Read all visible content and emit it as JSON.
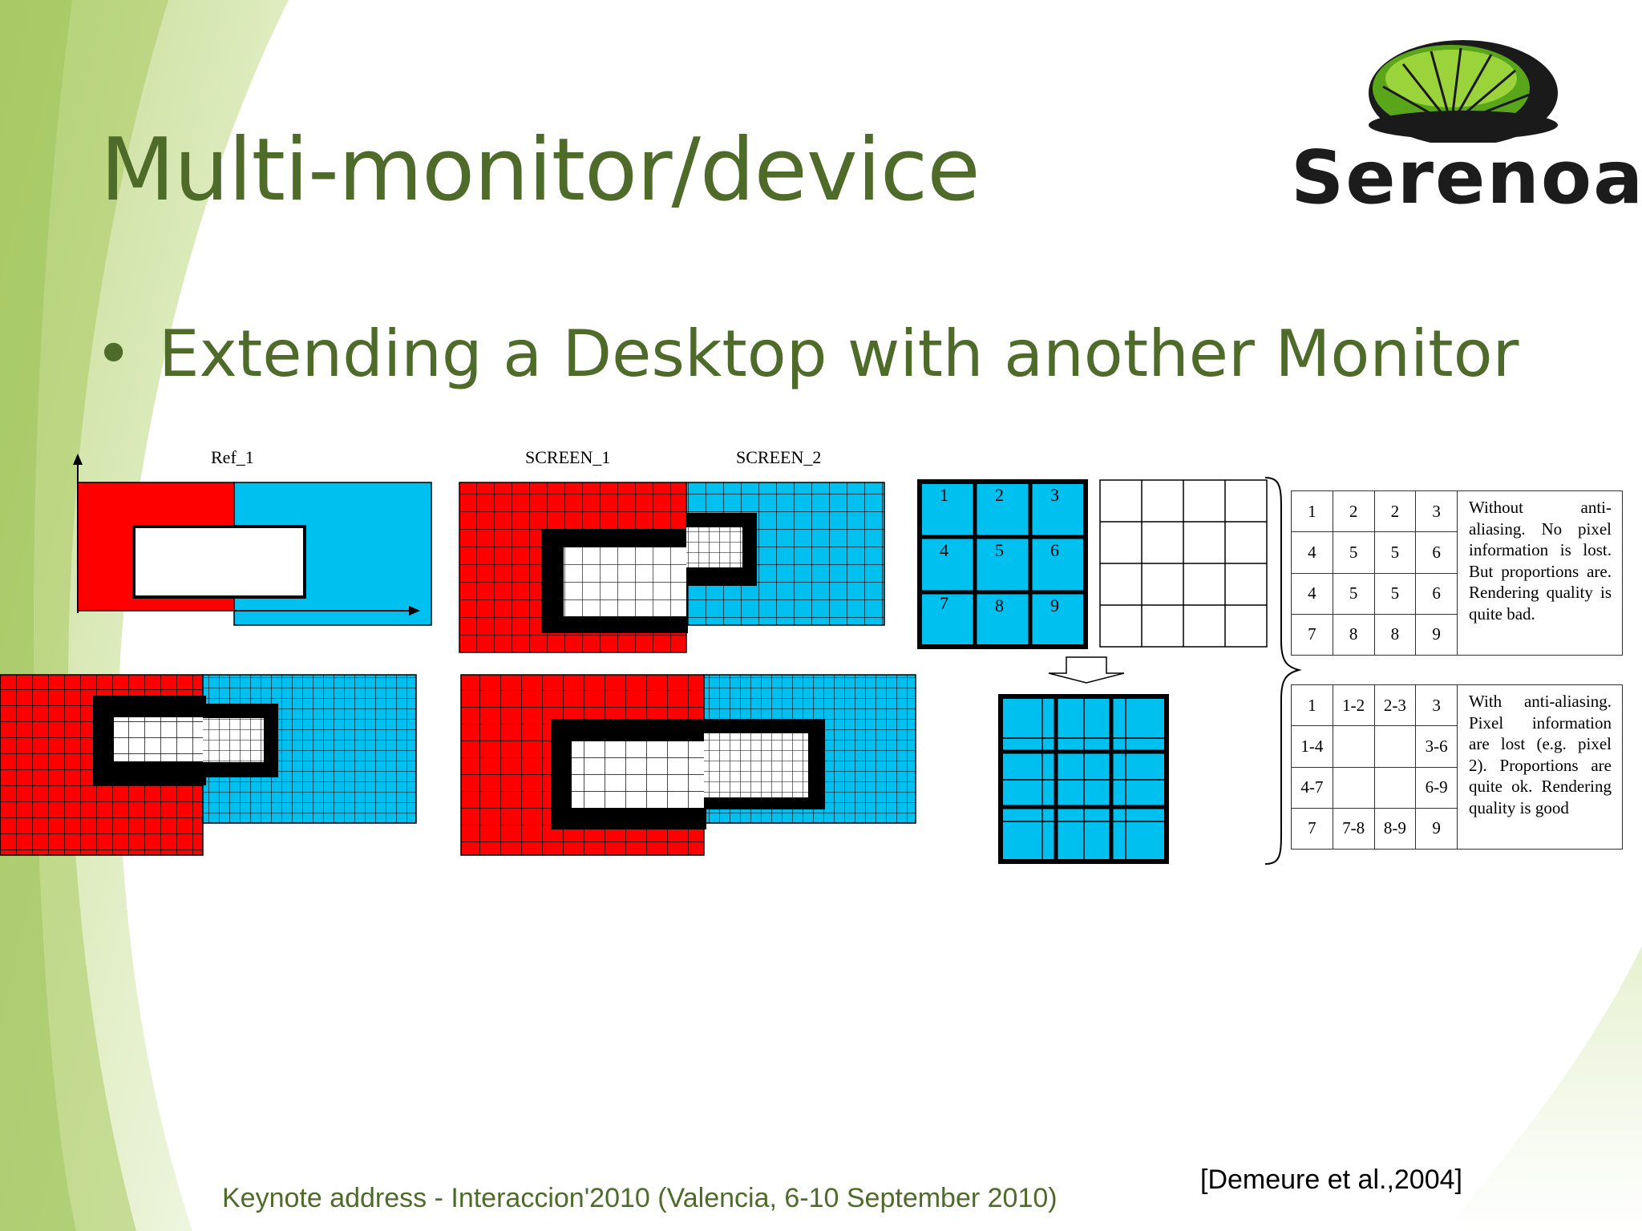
{
  "slide": {
    "title": "Multi-monitor/device",
    "bullet": "Extending a Desktop with another Monitor",
    "bullet_marker": "•",
    "logo_text": "Serenoa",
    "citation": "[Demeure et al.,2004]",
    "footer": "Keynote address - Interaccion'2010 (Valencia, 6-10 September 2010)"
  },
  "diagram": {
    "label_ref": "Ref_1",
    "label_screen1": "SCREEN_1",
    "label_screen2": "SCREEN_2",
    "pixel_grid_numbers": [
      "1",
      "2",
      "3",
      "4",
      "5",
      "6",
      "7",
      "8",
      "9"
    ]
  },
  "tables": {
    "without": {
      "rows": [
        [
          "1",
          "2",
          "2",
          "3"
        ],
        [
          "4",
          "5",
          "5",
          "6"
        ],
        [
          "4",
          "5",
          "5",
          "6"
        ],
        [
          "7",
          "8",
          "8",
          "9"
        ]
      ],
      "note": "Without anti-aliasing. No pixel information is lost. But proportions are. Rendering quality is quite bad."
    },
    "with": {
      "rows": [
        [
          "1",
          "1-2",
          "2-3",
          "3"
        ],
        [
          "1-4",
          "",
          "",
          "3-6"
        ],
        [
          "4-7",
          "",
          "",
          "6-9"
        ],
        [
          "7",
          "7-8",
          "8-9",
          "9"
        ]
      ],
      "note": "With anti-aliasing. Pixel information are lost (e.g. pixel 2). Proportions are quite ok. Rendering quality is good"
    }
  },
  "colors": {
    "title_green": "#4f6b2a",
    "red": "#ff0000",
    "cyan": "#00c0f0"
  }
}
